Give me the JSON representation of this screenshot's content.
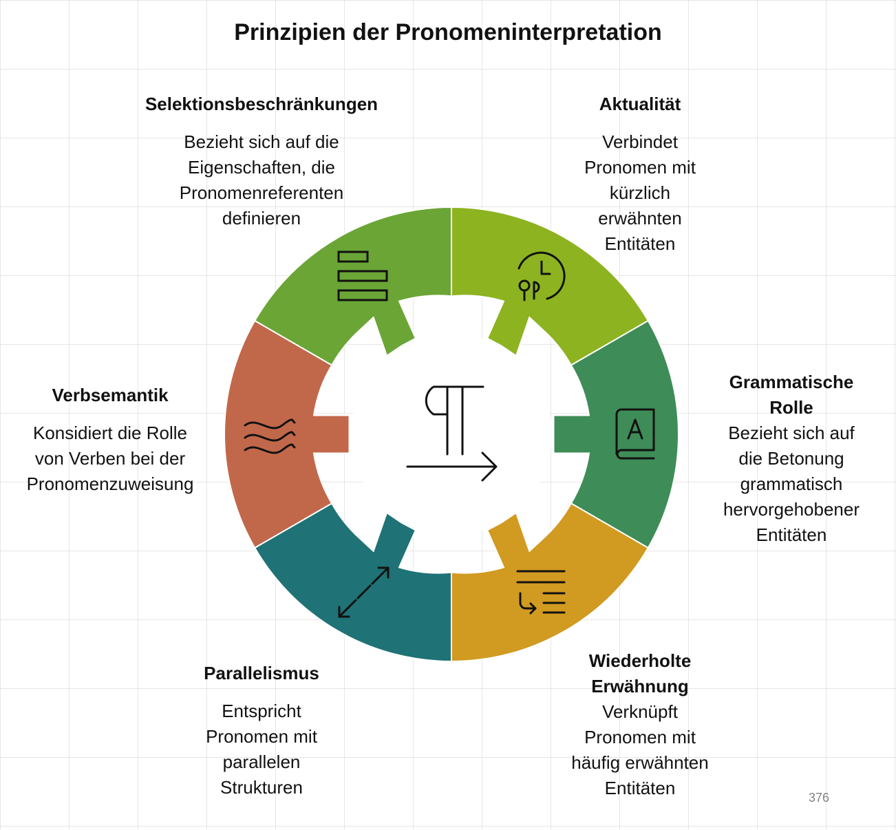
{
  "title": "Prinzipien der Pronomeninterpretation",
  "page_number": "376",
  "colors": {
    "selektion": "#6aa535",
    "aktualitaet": "#8db321",
    "grammatisch": "#3e8c57",
    "wiederholt": "#d19a20",
    "parallelismus": "#1f7275",
    "verbsemantik": "#c1684a"
  },
  "icons": {
    "center": "pilcrow-arrow-icon",
    "selektion": "bars-icon",
    "aktualitaet": "clock-people-icon",
    "grammatisch": "book-a-icon",
    "wiederholt": "text-return-icon",
    "parallelismus": "diagonal-arrows-icon",
    "verbsemantik": "waves-icon"
  },
  "sections": {
    "selektion": {
      "heading": "Selektionsbeschränkungen",
      "text": "Bezieht sich auf die\nEigenschaften, die\nPronomenreferenten\ndefinieren"
    },
    "aktualitaet": {
      "heading": "Aktualität",
      "text": "Verbindet\nPronomen mit\nkürzlich\nerwähnten\nEntitäten"
    },
    "grammatisch": {
      "heading": "Grammatische\nRolle",
      "text": "Bezieht sich auf\ndie Betonung\ngrammatisch\nhervorgehobener\nEntitäten"
    },
    "wiederholt": {
      "heading": "Wiederholte\nErwähnung",
      "text": "Verknüpft\nPronomen mit\nhäufig erwähnten\nEntitäten"
    },
    "parallelismus": {
      "heading": "Parallelismus",
      "text": "Entspricht\nPronomen mit\nparallelen\nStrukturen"
    },
    "verbsemantik": {
      "heading": "Verbsemantik",
      "text": "Konsidiert die Rolle\nvon Verben bei der\nPronomenzuweisung"
    }
  }
}
